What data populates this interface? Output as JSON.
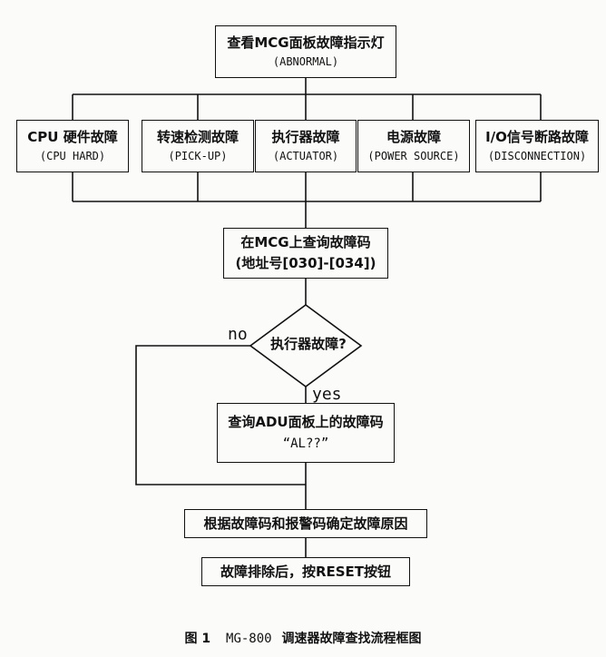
{
  "top": {
    "zh": "查看MCG面板故障指示灯",
    "en": "(ABNORMAL)"
  },
  "faults": [
    {
      "zh": "CPU 硬件故障",
      "en": "(CPU HARD)"
    },
    {
      "zh": "转速检测故障",
      "en": "(PICK-UP)"
    },
    {
      "zh": "执行器故障",
      "en": "(ACTUATOR)"
    },
    {
      "zh": "电源故障",
      "en": "(POWER SOURCE)"
    },
    {
      "zh": "I/O信号断路故障",
      "en": "(DISCONNECTION)"
    }
  ],
  "query_mcg": {
    "line1": "在MCG上查询故障码",
    "line2": "(地址号[030]-[034])"
  },
  "decision": {
    "text": "执行器故障?",
    "no": "no",
    "yes": "yes"
  },
  "query_adu": {
    "line1": "查询ADU面板上的故障码",
    "line2": "“AL??”"
  },
  "determine": {
    "text": "根据故障码和报警码确定故障原因"
  },
  "reset": {
    "text": "故障排除后，按RESET按钮"
  },
  "caption": {
    "fig": "图 1",
    "model": "MG-800",
    "title": "调速器故障查找流程框图"
  }
}
